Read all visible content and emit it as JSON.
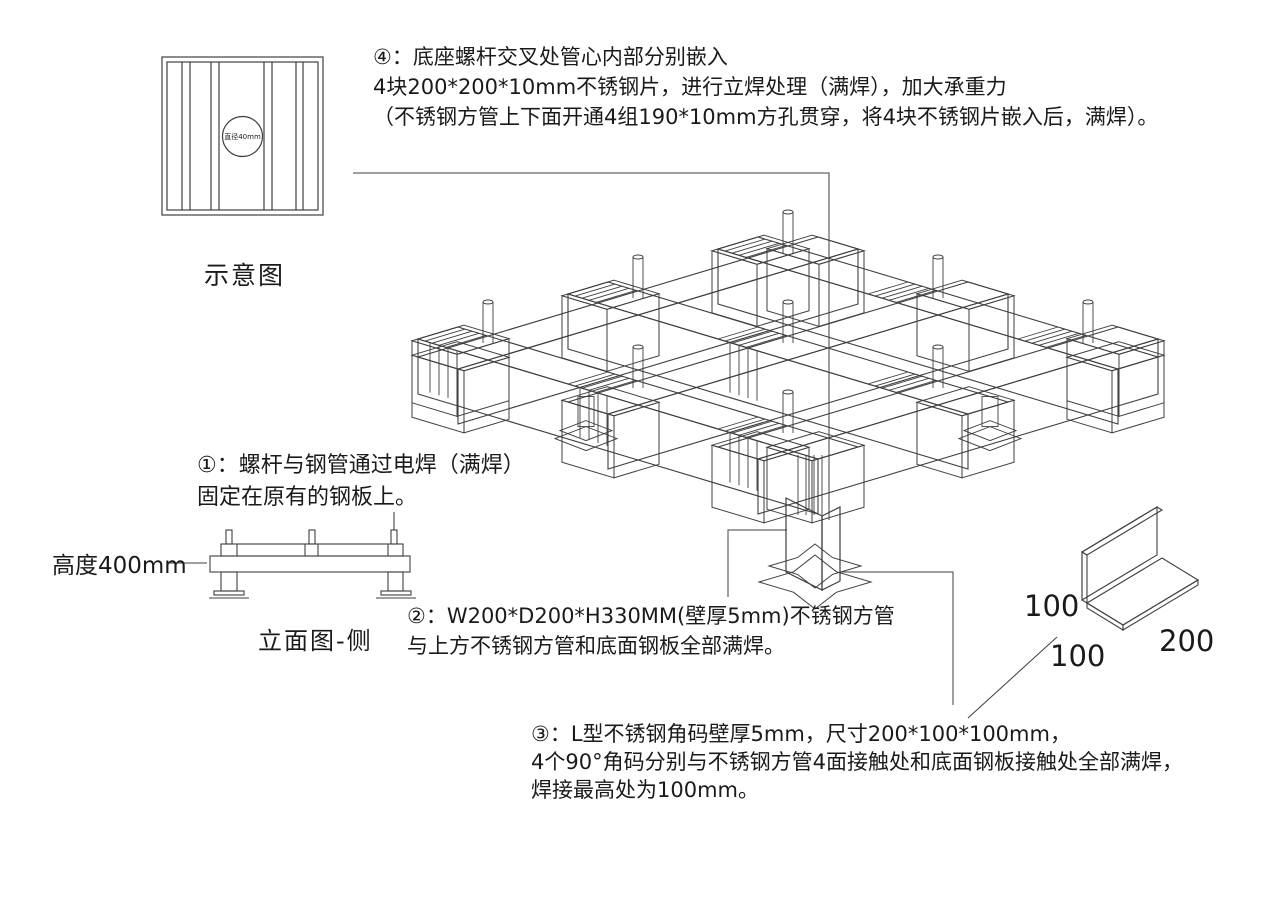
{
  "style": {
    "line_color": "#3f3f3f",
    "text_color": "#1a1a1a",
    "background": "#ffffff"
  },
  "schematic": {
    "label": "示意图",
    "circle_label": "直径40mm"
  },
  "elevation": {
    "label": "立面图-侧",
    "height_label": "高度400mm"
  },
  "notes": {
    "note4": {
      "lines": [
        "④：底座螺杆交叉处管心内部分别嵌入",
        "4块200*200*10mm不锈钢片，进行立焊处理（满焊），加大承重力",
        "（不锈钢方管上下面开通4组190*10mm方孔贯穿，将4块不锈钢片嵌入后，满焊）。"
      ]
    },
    "note1": {
      "lines": [
        "①：螺杆与钢管通过电焊（满焊）",
        "固定在原有的钢板上。"
      ]
    },
    "note2": {
      "lines": [
        "②：W200*D200*H330MM(壁厚5mm)不锈钢方管",
        "与上方不锈钢方管和底面钢板全部满焊。"
      ]
    },
    "note3": {
      "lines": [
        "③：L型不锈钢角码壁厚5mm，尺寸200*100*100mm，",
        "4个90°角码分别与不锈钢方管4面接触处和底面钢板接触处全部满焊，",
        "焊接最高处为100mm。"
      ]
    }
  },
  "bracket": {
    "dim_height": "100",
    "dim_depth": "100",
    "dim_length": "200"
  }
}
